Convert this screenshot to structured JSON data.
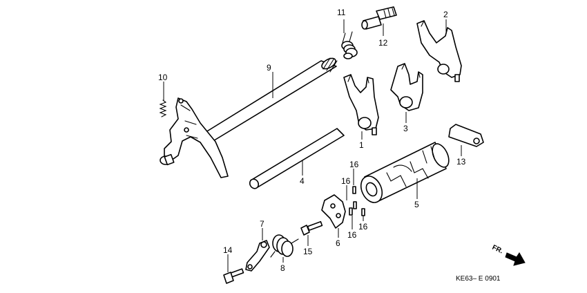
{
  "labels": {
    "l1": "1",
    "l2": "2",
    "l3": "3",
    "l4": "4",
    "l5": "5",
    "l6": "6",
    "l7": "7",
    "l8": "8",
    "l9": "9",
    "l10": "10",
    "l11": "11",
    "l12": "12",
    "l13": "13",
    "l14": "14",
    "l15": "15",
    "l16a": "16",
    "l16b": "16",
    "l16c": "16",
    "l16d": "16"
  },
  "front_indicator": "FR.",
  "diagram_code": "KE63– E 0901"
}
